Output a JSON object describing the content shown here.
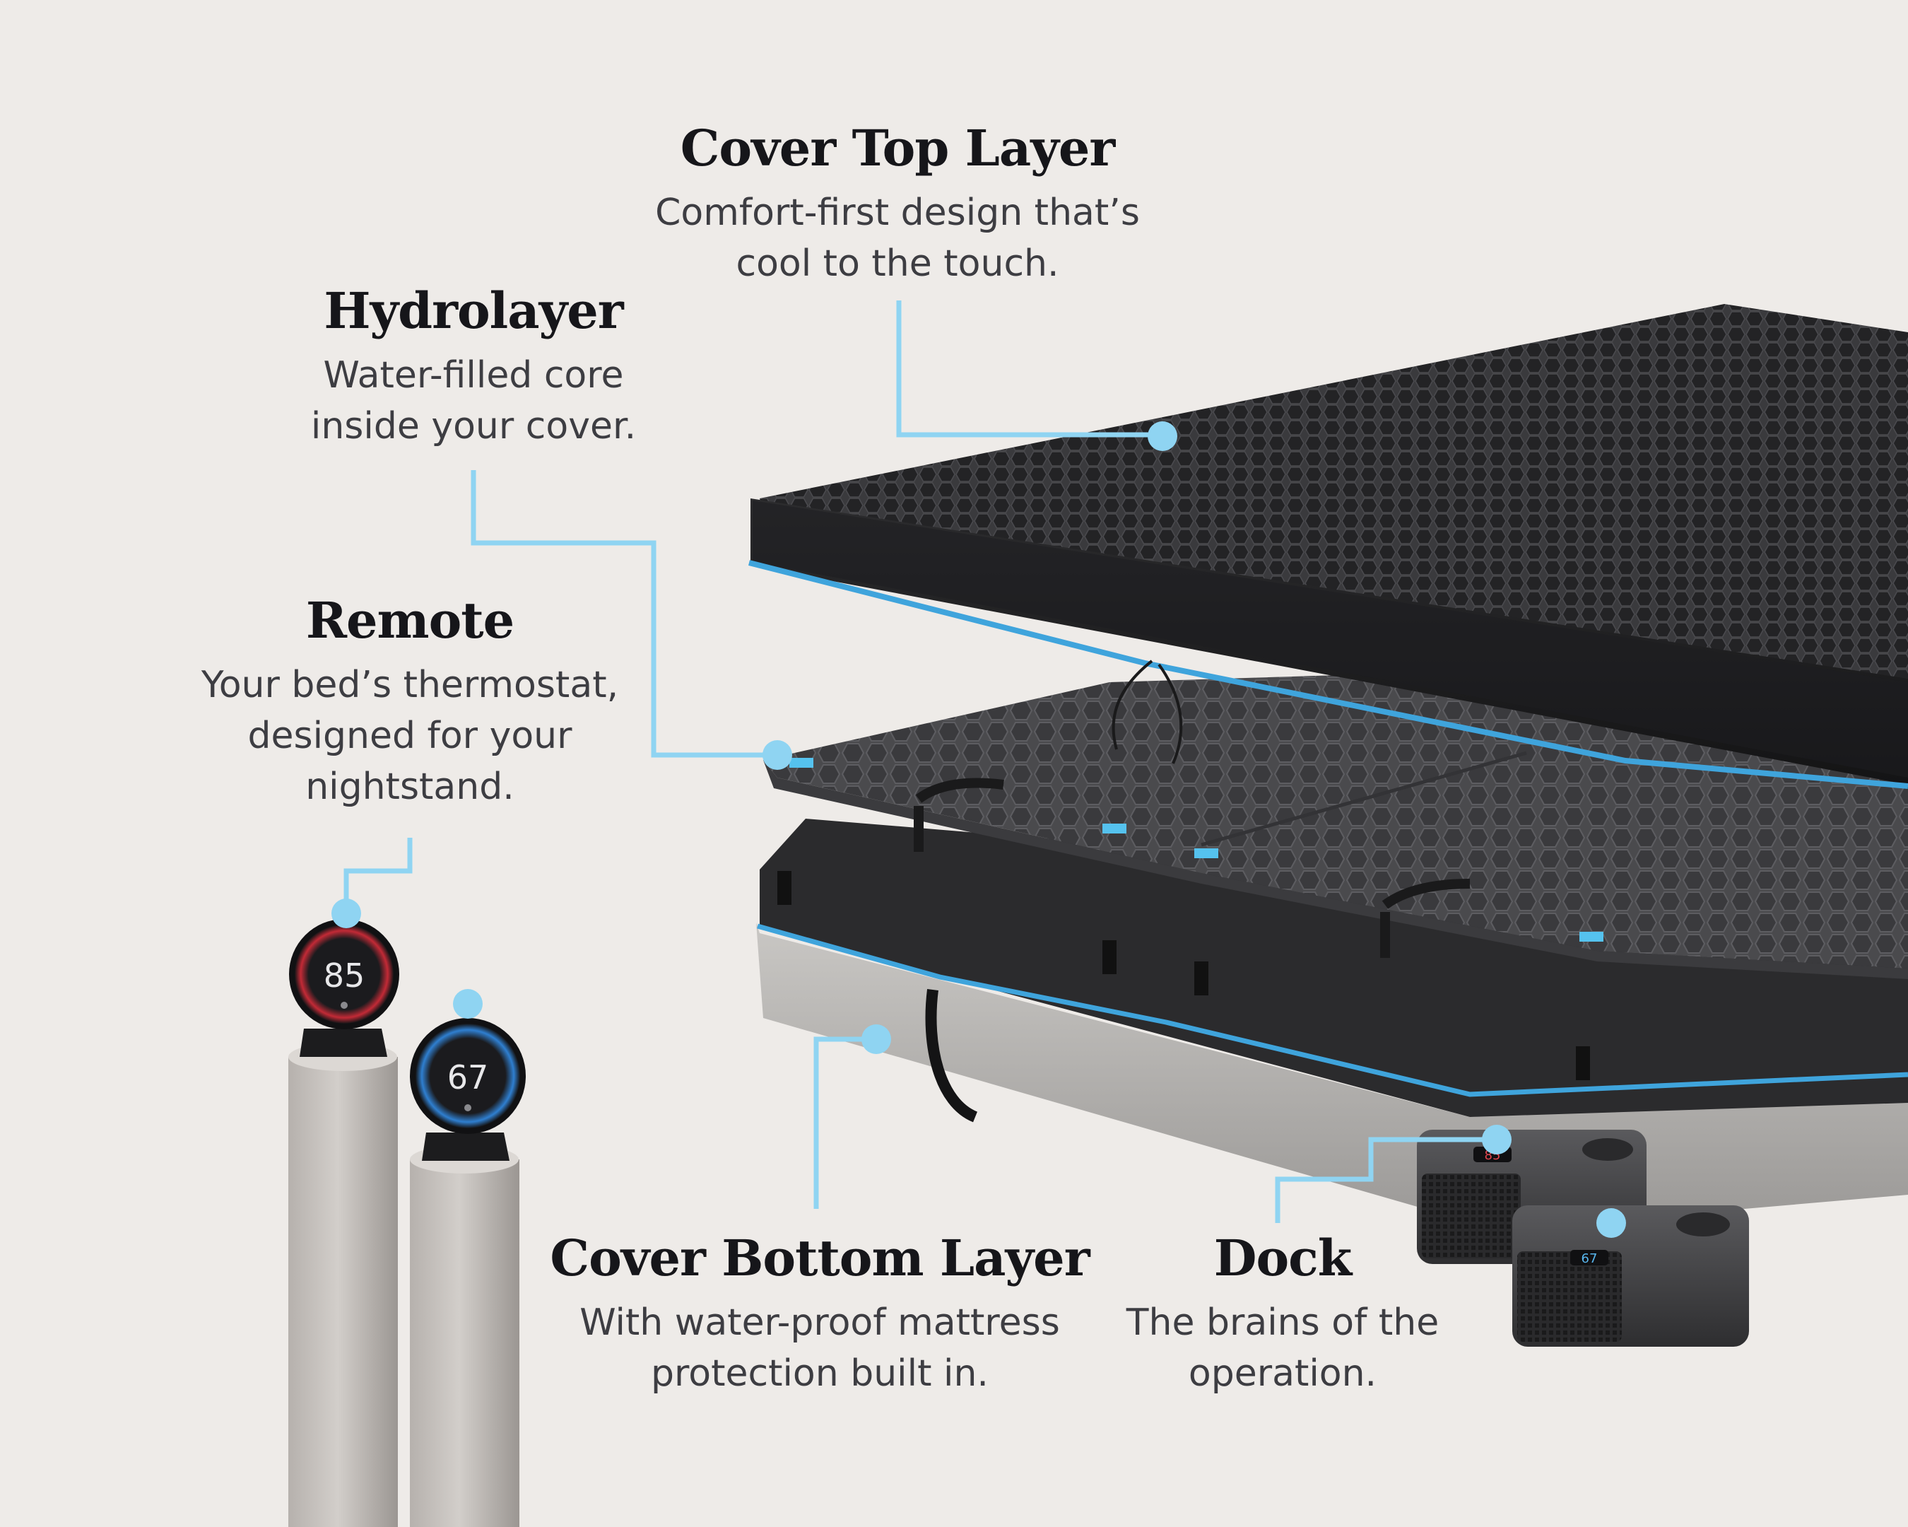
{
  "callouts": {
    "cover_top": {
      "title": "Cover Top Layer",
      "desc": [
        "Comfort-first design that’s",
        "cool to the touch."
      ]
    },
    "hydrolayer": {
      "title": "Hydrolayer",
      "desc": [
        "Water-filled core",
        "inside your cover."
      ]
    },
    "remote": {
      "title": "Remote",
      "desc": [
        "Your bed’s thermostat,",
        "designed for your",
        "nightstand."
      ]
    },
    "cover_bottom": {
      "title": "Cover Bottom Layer",
      "desc": [
        "With water-proof mattress",
        "protection built in."
      ]
    },
    "dock": {
      "title": "Dock",
      "desc": [
        "The brains of the",
        "operation."
      ]
    }
  },
  "remotes": [
    {
      "display": "85",
      "ring_color": "#c22a36"
    },
    {
      "display": "67",
      "ring_color": "#2f7fd0"
    }
  ],
  "docks": [
    {
      "display": "85",
      "display_color": "#e2454f"
    },
    {
      "display": "67",
      "display_color": "#58b6ee"
    }
  ],
  "colors": {
    "background": "#eeebe8",
    "leader": "#8fd4f2",
    "accent_seam": "#3fa4dc",
    "cover_dark": "#2a2a2c",
    "base_gray": "#b8b6b3"
  }
}
